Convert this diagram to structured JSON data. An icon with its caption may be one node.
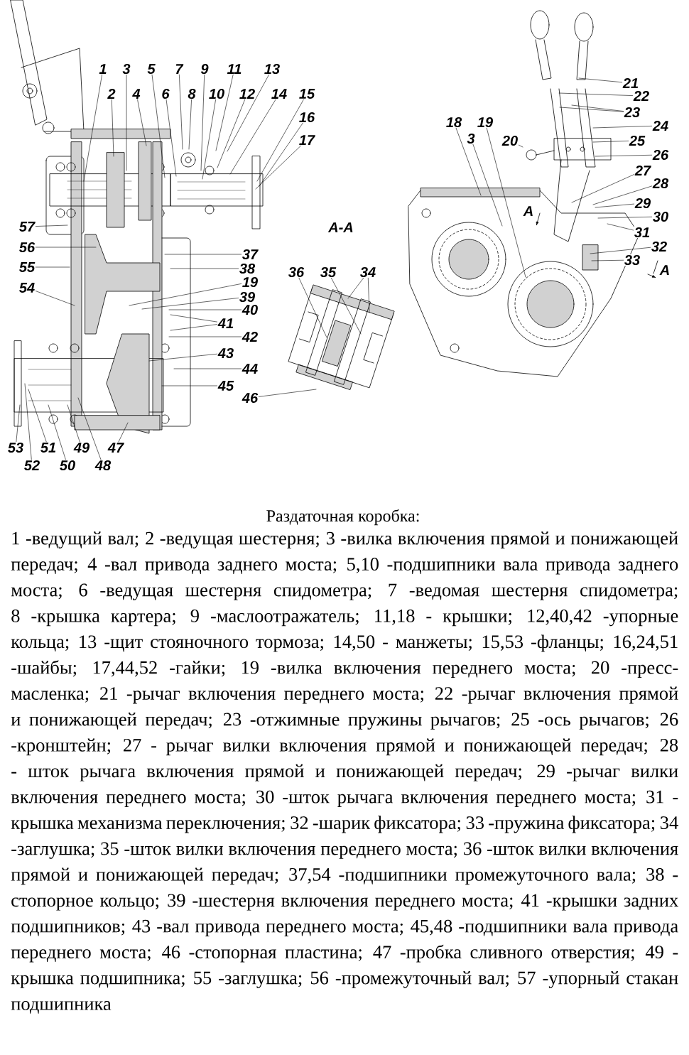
{
  "diagram": {
    "title": "Раздаточная коробка:",
    "caption": "1 -ведущий вал; 2 -ведущая шестерня; 3 -вилка включения прямой и понижающей передач; 4 -вал привода заднего моста; 5,10 -подшипники вала привода заднего моста; 6 -ведущая шестерня спидометра; 7 -ведомая шестерня спидометра; 8 -крышка картера; 9 -маслоотражатель; 11,18 - крышки; 12,40,42 -упорные кольца; 13 -щит стояночного тормоза; 14,50 - манжеты; 15,53 -фланцы; 16,24,51 -шайбы; 17,44,52 -гайки; 19 -вилка включения переднего моста; 20 -пресс-масленка; 21 -рычаг включения переднего моста; 22 -рычаг включения прямой и понижающей передач; 23 -отжимные пружины рычагов; 25 -ось рычагов; 26 -кронштейн; 27 - рычаг вилки включения прямой и понижающей передач; 28 - шток рычага включения прямой и понижающей передач; 29 -рычаг вилки включения переднего моста; 30 -шток рычага включения переднего моста; 31 -крышка механизма переключения; 32 -шарик фиксатора; 33 -пружина фиксатора; 34 -заглушка; 35 -шток вилки включения переднего моста; 36 -шток вилки включения прямой и понижающей передач; 37,54 -подшипники промежуточного вала; 38 -стопорное кольцо; 39 -шестерня включения переднего моста; 41 -крышки задних подшипников; 43 -вал привода переднего моста; 45,48 -подшипники вала привода переднего моста; 46 -стопорная пластина; 47 -пробка сливного отверстия; 49 -крышка подшипника; 55 -заглушка; 56 -промежуточный вал; 57 -упорный стакан подшипника",
    "nodes": [
      {
        "text": [
          "1"
        ]
      },
      {
        "text": [
          "3"
        ]
      },
      {
        "text": [
          "5"
        ]
      },
      {
        "text": [
          "7"
        ]
      },
      {
        "text": [
          "9"
        ]
      },
      {
        "text": [
          "11"
        ]
      },
      {
        "text": [
          "13"
        ]
      },
      {
        "text": [
          "2"
        ]
      },
      {
        "text": [
          "4"
        ]
      },
      {
        "text": [
          "6"
        ]
      },
      {
        "text": [
          "8"
        ]
      },
      {
        "text": [
          "10"
        ]
      },
      {
        "text": [
          "12"
        ]
      },
      {
        "text": [
          "14"
        ]
      },
      {
        "text": [
          "15"
        ]
      },
      {
        "text": [
          "16"
        ]
      },
      {
        "text": [
          "17"
        ]
      },
      {
        "text": [
          "57"
        ]
      },
      {
        "text": [
          "56"
        ]
      },
      {
        "text": [
          "55"
        ]
      },
      {
        "text": [
          "54"
        ]
      },
      {
        "text": [
          "37"
        ]
      },
      {
        "text": [
          "38"
        ]
      },
      {
        "text": [
          "19"
        ]
      },
      {
        "text": [
          "39"
        ]
      },
      {
        "text": [
          "40"
        ]
      },
      {
        "text": [
          "41"
        ]
      },
      {
        "text": [
          "42"
        ]
      },
      {
        "text": [
          "43"
        ]
      },
      {
        "text": [
          "44"
        ]
      },
      {
        "text": [
          "45"
        ]
      },
      {
        "text": [
          "46"
        ]
      },
      {
        "text": [
          "53"
        ]
      },
      {
        "text": [
          "51"
        ]
      },
      {
        "text": [
          "49"
        ]
      },
      {
        "text": [
          "47"
        ]
      },
      {
        "text": [
          "52"
        ]
      },
      {
        "text": [
          "50"
        ]
      },
      {
        "text": [
          "48"
        ]
      },
      {
        "text": [
          "21"
        ]
      },
      {
        "text": [
          "22"
        ]
      },
      {
        "text": [
          "23"
        ]
      },
      {
        "text": [
          "24"
        ]
      },
      {
        "text": [
          "25"
        ]
      },
      {
        "text": [
          "26"
        ]
      },
      {
        "text": [
          "18"
        ]
      },
      {
        "text": [
          "19"
        ]
      },
      {
        "text": [
          "3"
        ]
      },
      {
        "text": [
          "20"
        ]
      },
      {
        "text": [
          "27"
        ]
      },
      {
        "text": [
          "28"
        ]
      },
      {
        "text": [
          "29"
        ]
      },
      {
        "text": [
          "30"
        ]
      },
      {
        "text": [
          "31"
        ]
      },
      {
        "text": [
          "32"
        ]
      },
      {
        "text": [
          "33"
        ]
      },
      {
        "text": [
          "36"
        ]
      },
      {
        "text": [
          "35"
        ]
      },
      {
        "text": [
          "34"
        ]
      },
      {
        "text": [],
        "shape": "picture"
      }
    ],
    "edges": [
      {
        "from": 0,
        "to": null,
        "arrow": "none"
      },
      {
        "from": 1,
        "to": null,
        "arrow": "none"
      },
      {
        "from": 2,
        "to": null,
        "arrow": "none"
      },
      {
        "from": 3,
        "to": null,
        "arrow": "none"
      },
      {
        "from": 4,
        "to": null,
        "arrow": "none"
      },
      {
        "from": 5,
        "to": null,
        "arrow": "none"
      },
      {
        "from": 6,
        "to": null,
        "arrow": "none"
      },
      {
        "from": 7,
        "to": null,
        "arrow": "none"
      },
      {
        "from": 8,
        "to": null,
        "arrow": "none"
      },
      {
        "from": 9,
        "to": null,
        "arrow": "none"
      },
      {
        "from": 10,
        "to": null,
        "arrow": "none"
      },
      {
        "from": 11,
        "to": null,
        "arrow": "none"
      },
      {
        "from": 12,
        "to": null,
        "arrow": "none"
      },
      {
        "from": 13,
        "to": null,
        "arrow": "none"
      },
      {
        "from": 14,
        "to": null,
        "arrow": "none"
      },
      {
        "from": 15,
        "to": null,
        "arrow": "none"
      },
      {
        "from": 16,
        "to": null,
        "arrow": "none"
      },
      {
        "from": 17,
        "to": null,
        "arrow": "none"
      },
      {
        "from": 18,
        "to": null,
        "arrow": "none"
      },
      {
        "from": 19,
        "to": null,
        "arrow": "none"
      },
      {
        "from": 20,
        "to": null,
        "arrow": "none"
      },
      {
        "from": 21,
        "to": null,
        "arrow": "none"
      },
      {
        "from": 22,
        "to": null,
        "arrow": "none"
      },
      {
        "from": 23,
        "to": null,
        "arrow": "none"
      },
      {
        "from": 24,
        "to": null,
        "arrow": "none"
      },
      {
        "from": 25,
        "to": null,
        "arrow": "none"
      },
      {
        "from": 26,
        "to": null,
        "arrow": "none"
      },
      {
        "from": 26,
        "to": null,
        "arrow": "none"
      },
      {
        "from": 27,
        "to": null,
        "arrow": "none"
      },
      {
        "from": 28,
        "to": null,
        "arrow": "none"
      },
      {
        "from": 29,
        "to": null,
        "arrow": "none"
      },
      {
        "from": 30,
        "to": null,
        "arrow": "none"
      },
      {
        "from": 31,
        "to": 59,
        "arrow": "none"
      },
      {
        "from": 32,
        "to": null,
        "arrow": "none"
      },
      {
        "from": 33,
        "to": null,
        "arrow": "none"
      },
      {
        "from": 34,
        "to": null,
        "arrow": "none"
      },
      {
        "from": 35,
        "to": null,
        "arrow": "none"
      },
      {
        "from": 36,
        "to": null,
        "arrow": "none"
      },
      {
        "from": 37,
        "to": null,
        "arrow": "none"
      },
      {
        "from": 38,
        "to": null,
        "arrow": "none"
      },
      {
        "from": 39,
        "to": null,
        "arrow": "none"
      },
      {
        "from": 40,
        "to": null,
        "arrow": "none"
      },
      {
        "from": 41,
        "to": null,
        "arrow": "none"
      },
      {
        "from": 41,
        "to": null,
        "arrow": "none"
      },
      {
        "from": 42,
        "to": null,
        "arrow": "none"
      },
      {
        "from": 43,
        "to": null,
        "arrow": "none"
      },
      {
        "from": 44,
        "to": null,
        "arrow": "none"
      },
      {
        "from": 45,
        "to": null,
        "arrow": "none"
      },
      {
        "from": 46,
        "to": null,
        "arrow": "none"
      },
      {
        "from": 47,
        "to": null,
        "arrow": "none"
      },
      {
        "from": 48,
        "to": null,
        "arrow": "none"
      },
      {
        "from": 49,
        "to": null,
        "arrow": "none"
      },
      {
        "from": 50,
        "to": null,
        "arrow": "none"
      },
      {
        "from": 51,
        "to": null,
        "arrow": "none"
      },
      {
        "from": 52,
        "to": null,
        "arrow": "none"
      },
      {
        "from": 53,
        "to": null,
        "arrow": "none"
      },
      {
        "from": 54,
        "to": null,
        "arrow": "none"
      },
      {
        "from": 55,
        "to": null,
        "arrow": "none"
      },
      {
        "from": 56,
        "to": 59,
        "arrow": "none"
      },
      {
        "from": 57,
        "to": 59,
        "arrow": "none"
      },
      {
        "from": 58,
        "to": 59,
        "arrow": "none"
      },
      {
        "from": 58,
        "to": 59,
        "arrow": "none"
      }
    ],
    "labels": [
      "A-A",
      "A",
      "A"
    ]
  }
}
